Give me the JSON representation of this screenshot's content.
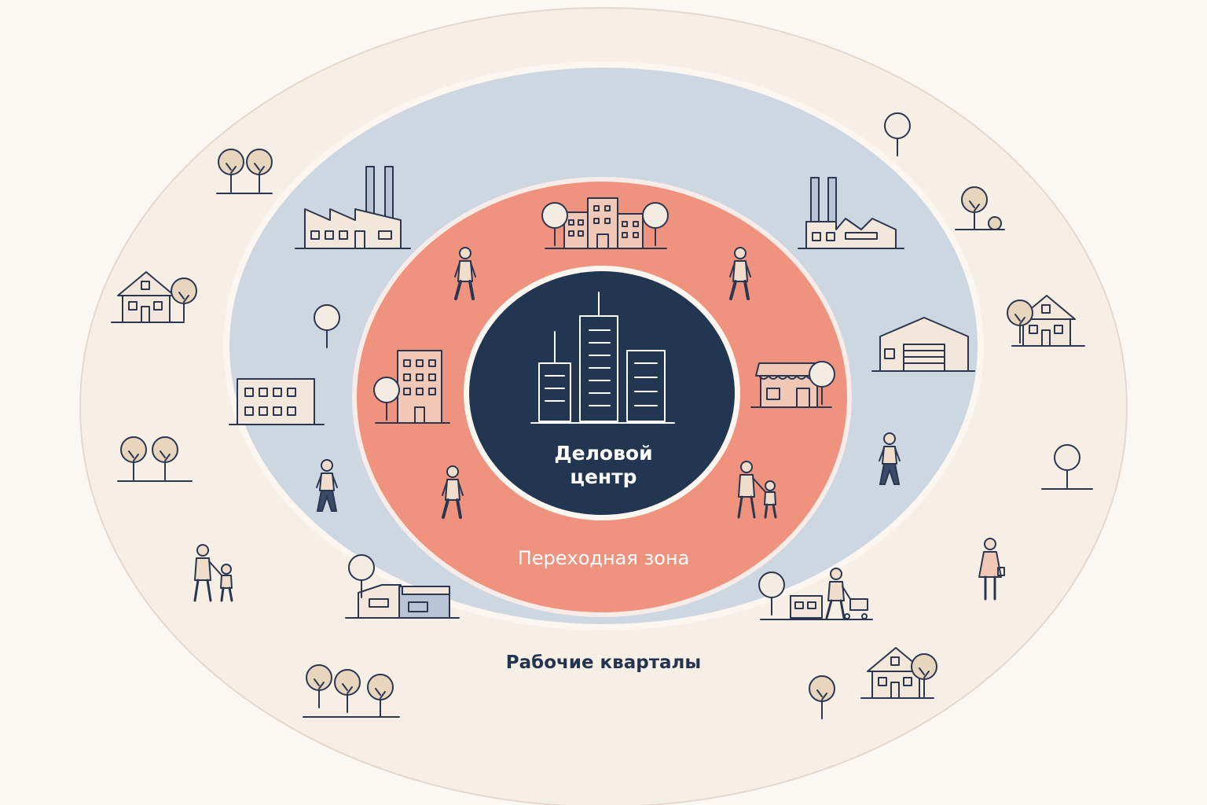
{
  "zones": {
    "center": {
      "label_line1": "Деловой",
      "label_line2": "центр",
      "color": "#223651"
    },
    "transition": {
      "label": "Переходная зона",
      "color": "#ef937f"
    },
    "working": {
      "label": "Рабочие кварталы",
      "color": "#cdd7e2"
    },
    "suburbs": {
      "color": "#f6efe6"
    }
  },
  "icons": {
    "center": [
      "skyscraper-icon"
    ],
    "transition": [
      "apartment-block-icon",
      "shop-icon",
      "pedestrian-icon",
      "family-icon"
    ],
    "working": [
      "factory-icon",
      "warehouse-icon",
      "office-building-icon",
      "workshop-icon",
      "worker-with-cart-icon",
      "pedestrian-icon"
    ],
    "suburbs": [
      "house-icon",
      "tree-icon",
      "family-icon",
      "pedestrian-icon"
    ]
  }
}
